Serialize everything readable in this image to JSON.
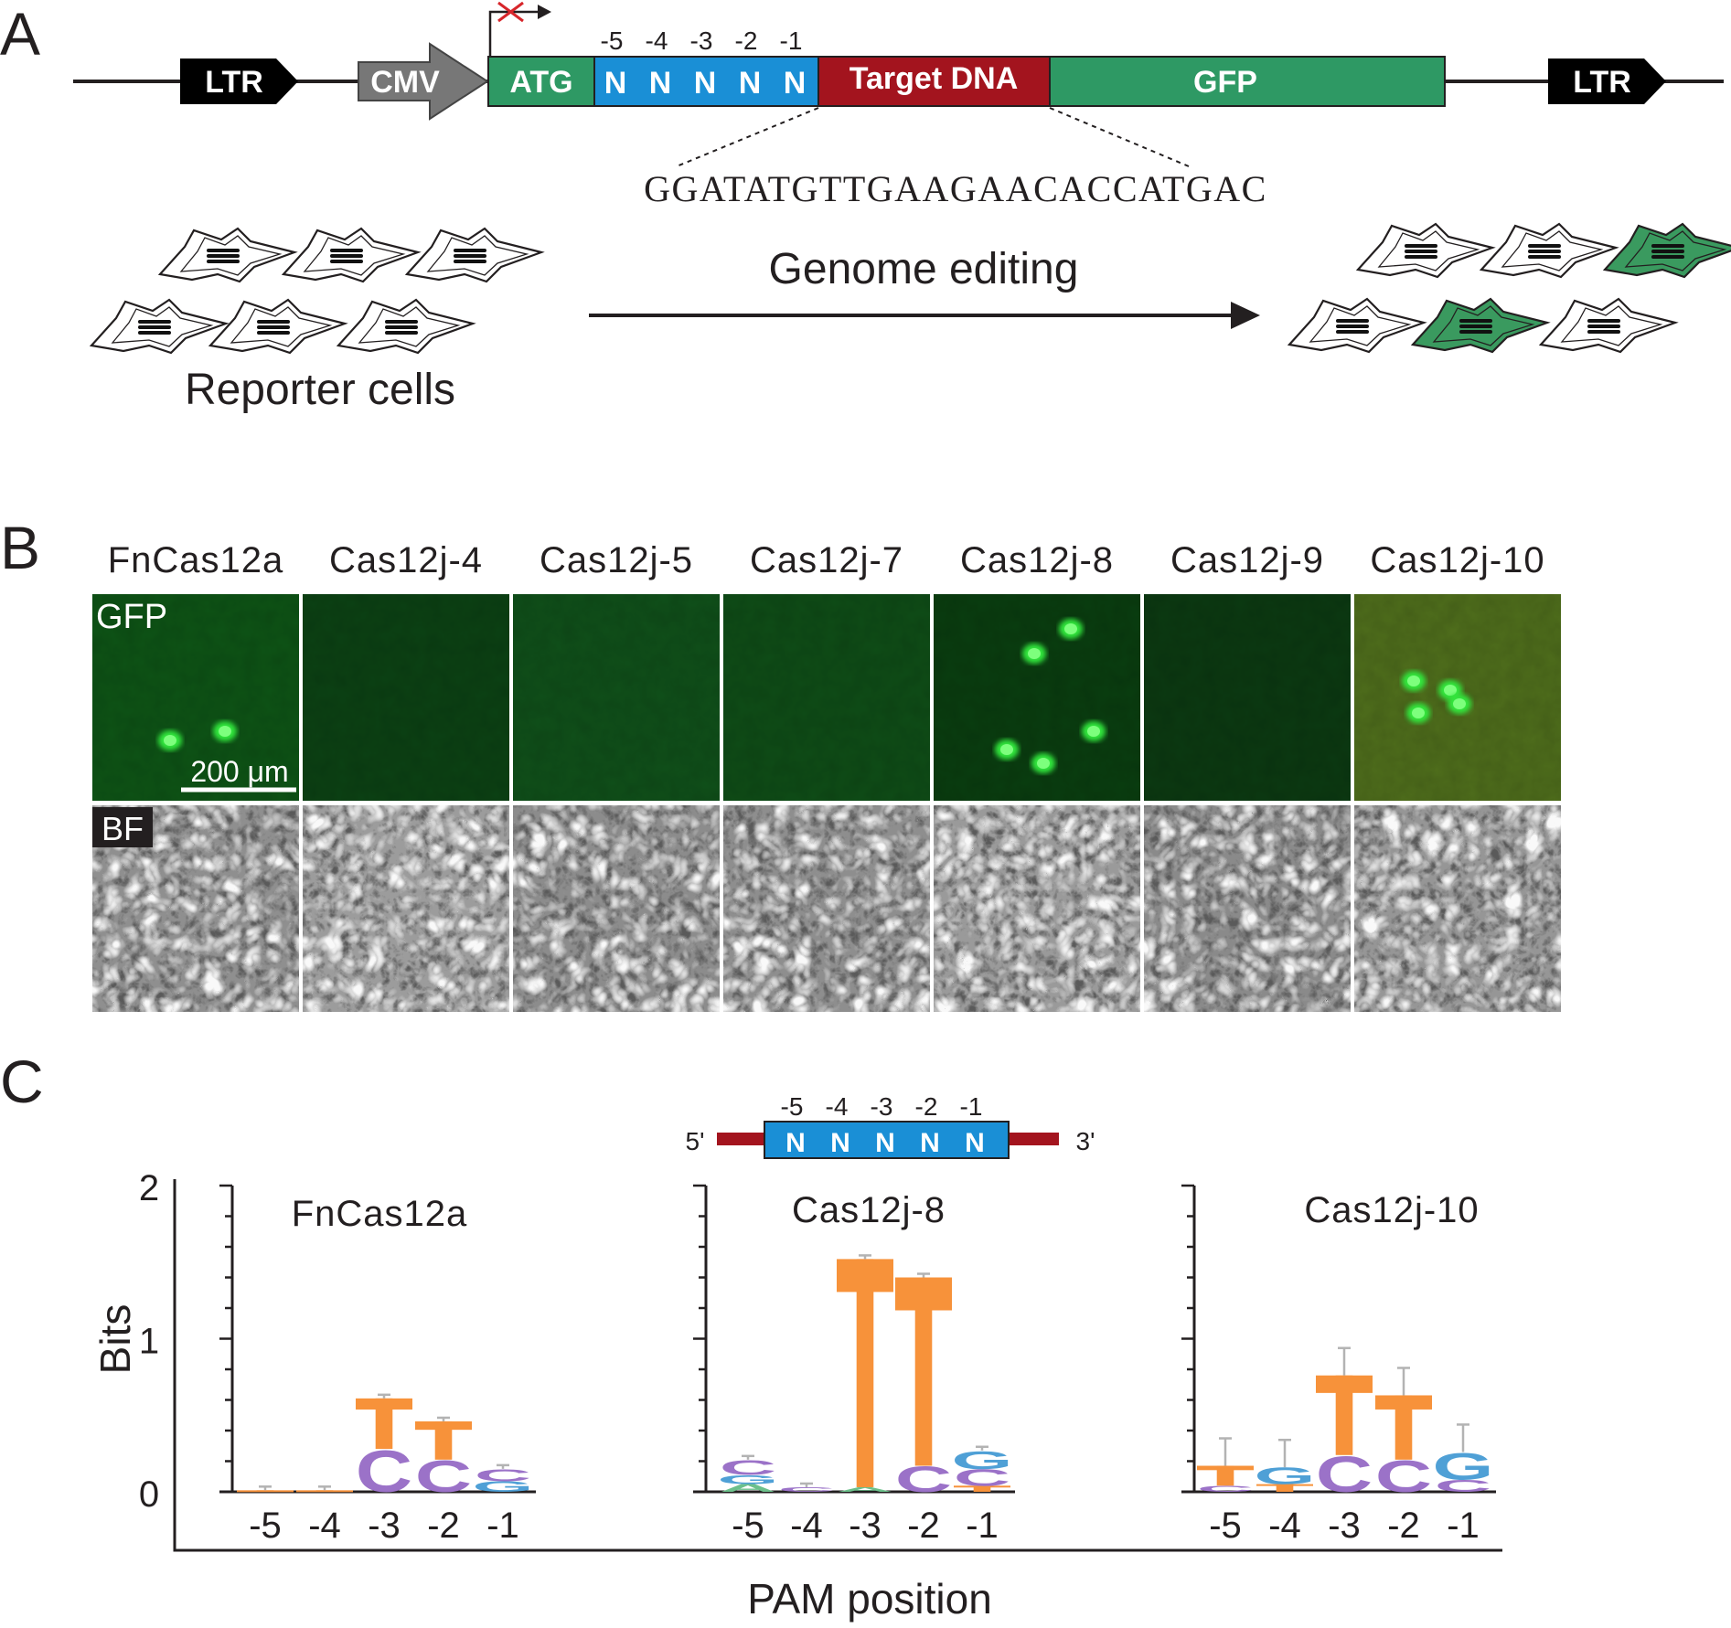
{
  "panels": {
    "a": "A",
    "b": "B",
    "c": "C"
  },
  "construct": {
    "ltr_left": "LTR",
    "cmv": "CMV",
    "atg": "ATG",
    "pam_positions": [
      "-5",
      "-4",
      "-3",
      "-2",
      "-1"
    ],
    "pam_bases": [
      "N",
      "N",
      "N",
      "N",
      "N"
    ],
    "target": "Target DNA",
    "gfp": "GFP",
    "ltr_right": "LTR",
    "target_sequence": "GGATATGTTGAAGAACACCATGAC"
  },
  "editing": {
    "arrow_label": "Genome editing",
    "reporter_label": "Reporter cells"
  },
  "microscopy": {
    "proteins": [
      "FnCas12a",
      "Cas12j-4",
      "Cas12j-5",
      "Cas12j-7",
      "Cas12j-8",
      "Cas12j-9",
      "Cas12j-10"
    ],
    "gfp_row_label": "GFP",
    "bf_row_label": "BF",
    "scale_bar": "200 μm"
  },
  "pam_schematic": {
    "five_prime": "5'",
    "three_prime": "3'",
    "positions": [
      "-5",
      "-4",
      "-3",
      "-2",
      "-1"
    ],
    "bases": [
      "N",
      "N",
      "N",
      "N",
      "N"
    ]
  },
  "colors": {
    "green_box": "#2e9964",
    "blue_box": "#1a8fd6",
    "red_box": "#a3141e",
    "T": "#f7923a",
    "C": "#9b72c8",
    "G": "#4fa0d6",
    "A": "#6cc08b",
    "gfp_cell": "#3a9a5f"
  },
  "chart_data": {
    "type": "sequence-logo",
    "ylabel": "Bits",
    "xlabel": "PAM position",
    "ylim": [
      0,
      2
    ],
    "yticks": [
      "0",
      "1",
      "2"
    ],
    "positions": [
      "-5",
      "-4",
      "-3",
      "-2",
      "-1"
    ],
    "logos": [
      {
        "name": "FnCas12a",
        "stacks": [
          [
            {
              "base": "T",
              "height": 0.01
            }
          ],
          [
            {
              "base": "T",
              "height": 0.01
            }
          ],
          [
            {
              "base": "C",
              "height": 0.28
            },
            {
              "base": "T",
              "height": 0.33
            }
          ],
          [
            {
              "base": "C",
              "height": 0.21
            },
            {
              "base": "T",
              "height": 0.25
            }
          ],
          [
            {
              "base": "G",
              "height": 0.07
            },
            {
              "base": "C",
              "height": 0.08
            }
          ]
        ]
      },
      {
        "name": "Cas12j-8",
        "stacks": [
          [
            {
              "base": "A",
              "height": 0.05
            },
            {
              "base": "G",
              "height": 0.06
            },
            {
              "base": "C",
              "height": 0.1
            }
          ],
          [
            {
              "base": "C",
              "height": 0.03
            }
          ],
          [
            {
              "base": "A",
              "height": 0.03
            },
            {
              "base": "T",
              "height": 1.49
            }
          ],
          [
            {
              "base": "C",
              "height": 0.17
            },
            {
              "base": "T",
              "height": 1.23
            }
          ],
          [
            {
              "base": "T",
              "height": 0.04
            },
            {
              "base": "C",
              "height": 0.11
            },
            {
              "base": "G",
              "height": 0.12
            }
          ]
        ]
      },
      {
        "name": "Cas12j-10",
        "stacks": [
          [
            {
              "base": "C",
              "height": 0.04
            },
            {
              "base": "T",
              "height": 0.13
            }
          ],
          [
            {
              "base": "T",
              "height": 0.05
            },
            {
              "base": "G",
              "height": 0.11
            }
          ],
          [
            {
              "base": "C",
              "height": 0.24
            },
            {
              "base": "T",
              "height": 0.52
            }
          ],
          [
            {
              "base": "C",
              "height": 0.21
            },
            {
              "base": "T",
              "height": 0.42
            }
          ],
          [
            {
              "base": "C",
              "height": 0.08
            },
            {
              "base": "G",
              "height": 0.18
            }
          ]
        ]
      }
    ]
  }
}
